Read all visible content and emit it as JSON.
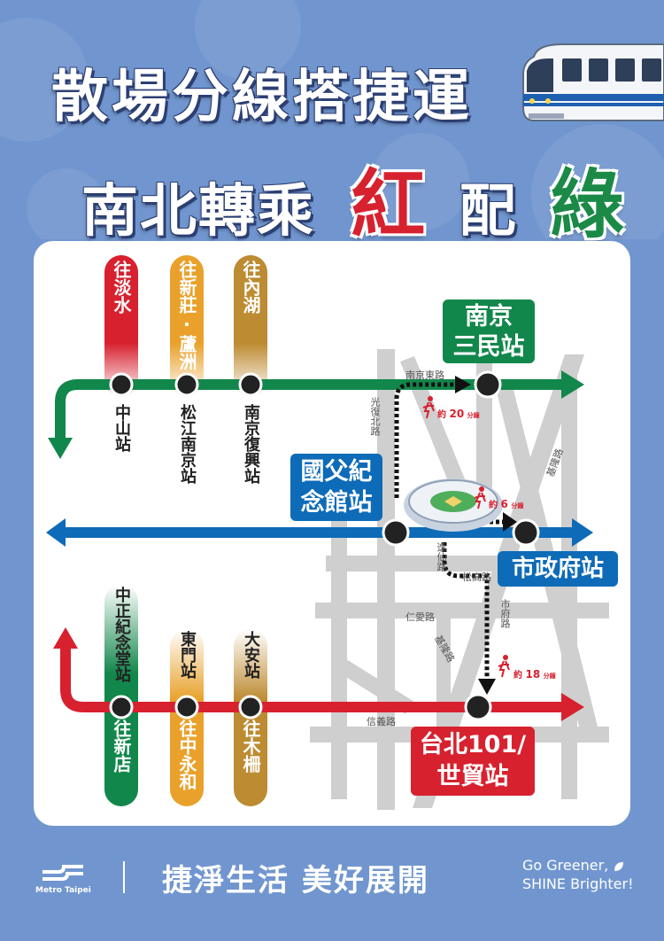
{
  "title": {
    "line1": "散場分線搭捷運",
    "line2_parts": [
      "南北轉乘",
      "紅",
      "配",
      "綠"
    ]
  },
  "colors": {
    "red": "#d7212f",
    "green": "#12874b",
    "blue": "#0d6bb8",
    "orange": "#e9a12b",
    "brown": "#bd8b32",
    "background": "#7196cf",
    "street": "#cfcfcf"
  },
  "lines": {
    "red_north_direction": "往淡水",
    "orange_north_direction": "往新莊‧蘆洲",
    "brown_north_direction": "往內湖",
    "red_south_direction": "往新店",
    "orange_south_direction": "往中永和",
    "brown_south_direction": "往木柵"
  },
  "stations": {
    "zhongshan": "中山站",
    "songjiang_nanjing": "松江南京站",
    "nanjing_fuxing": "南京復興站",
    "cks_memorial": "中正紀念堂站",
    "dongmen": "東門站",
    "daan": "大安站",
    "nanjing_sanmin": [
      "南京",
      "三民站"
    ],
    "sun_yatsen_memorial": [
      "國父紀",
      "念館站"
    ],
    "city_hall": "市政府站",
    "taipei101": [
      "台北101/",
      "世貿站"
    ]
  },
  "streets": {
    "nanjing_east_rd": "南京東路",
    "guangfu_north_rd": "光復北路",
    "keelung_rd_top": "基隆路",
    "yishan_rd": "逸仙路",
    "songgao_rd": "松高路",
    "renai_rd": "仁愛路",
    "keelung_rd": "基隆路",
    "shifu_rd": "市府路",
    "xinyi_rd": "信義路"
  },
  "walk_times": [
    {
      "prefix": "約",
      "minutes": "20",
      "unit": "分鐘"
    },
    {
      "prefix": "約",
      "minutes": "6",
      "unit": "分鐘"
    },
    {
      "prefix": "約",
      "minutes": "18",
      "unit": "分鐘"
    }
  ],
  "footer": {
    "logo_text": "Metro Taipei",
    "slogan": "捷淨生活 美好展開",
    "english_line1": "Go Greener,",
    "english_line2": "SHINE Brighter!"
  },
  "icons": [
    "train-icon",
    "walking-person-icon",
    "arena-icon",
    "metro-taipei-logo-icon",
    "leaf-icon"
  ]
}
